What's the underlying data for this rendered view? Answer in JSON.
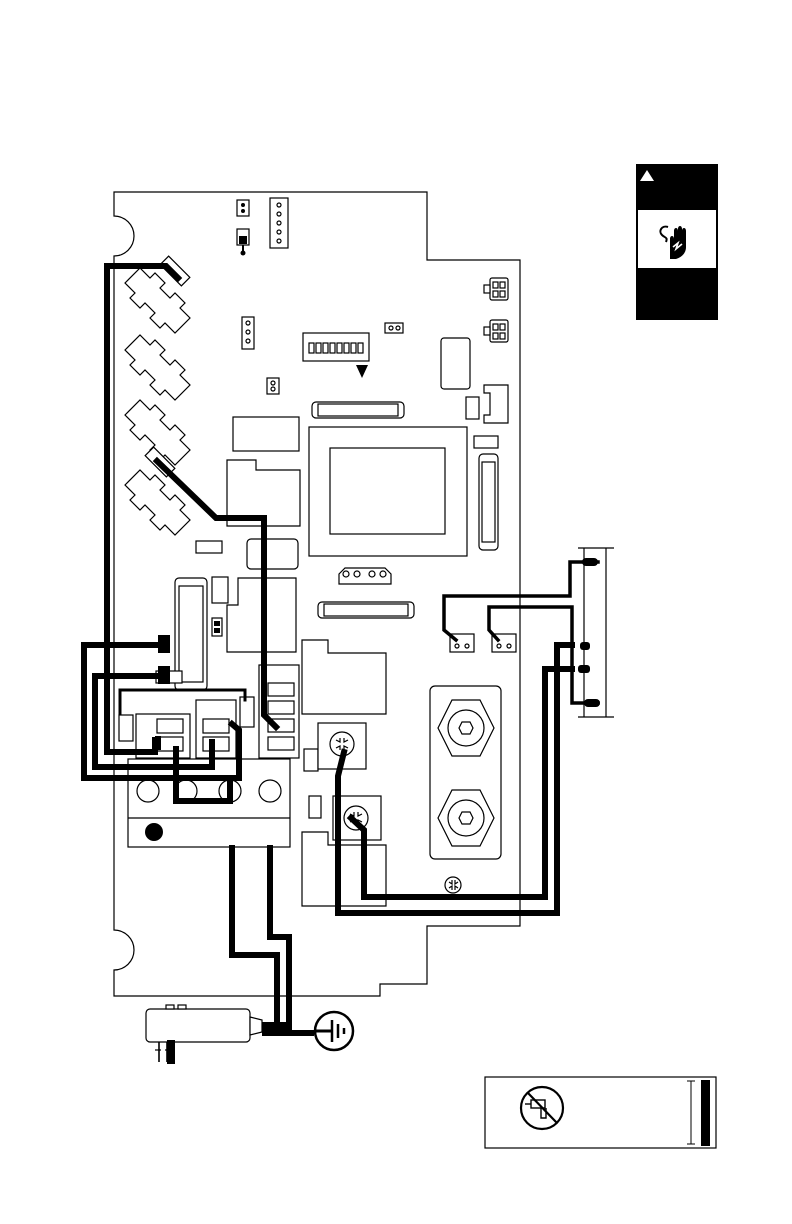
{
  "page": {
    "title": ""
  },
  "panels": [
    {
      "name": "shock-hazard-label",
      "symbol": "electric-shock-hand-icon",
      "header_symbol": "warning-triangle-icon"
    },
    {
      "name": "no-drill-label",
      "symbol": "no-drilling-icon"
    }
  ],
  "components": {
    "dip_switch": {
      "positions": 8,
      "marker": "down-arrow-icon"
    },
    "heater_terminals": [
      "terminal-screw-1",
      "terminal-screw-2"
    ],
    "ground_symbol": "ground-icon",
    "power_cord": "gfci-plug-icon"
  },
  "colors": {
    "ink": "#000000",
    "paper": "#ffffff"
  }
}
